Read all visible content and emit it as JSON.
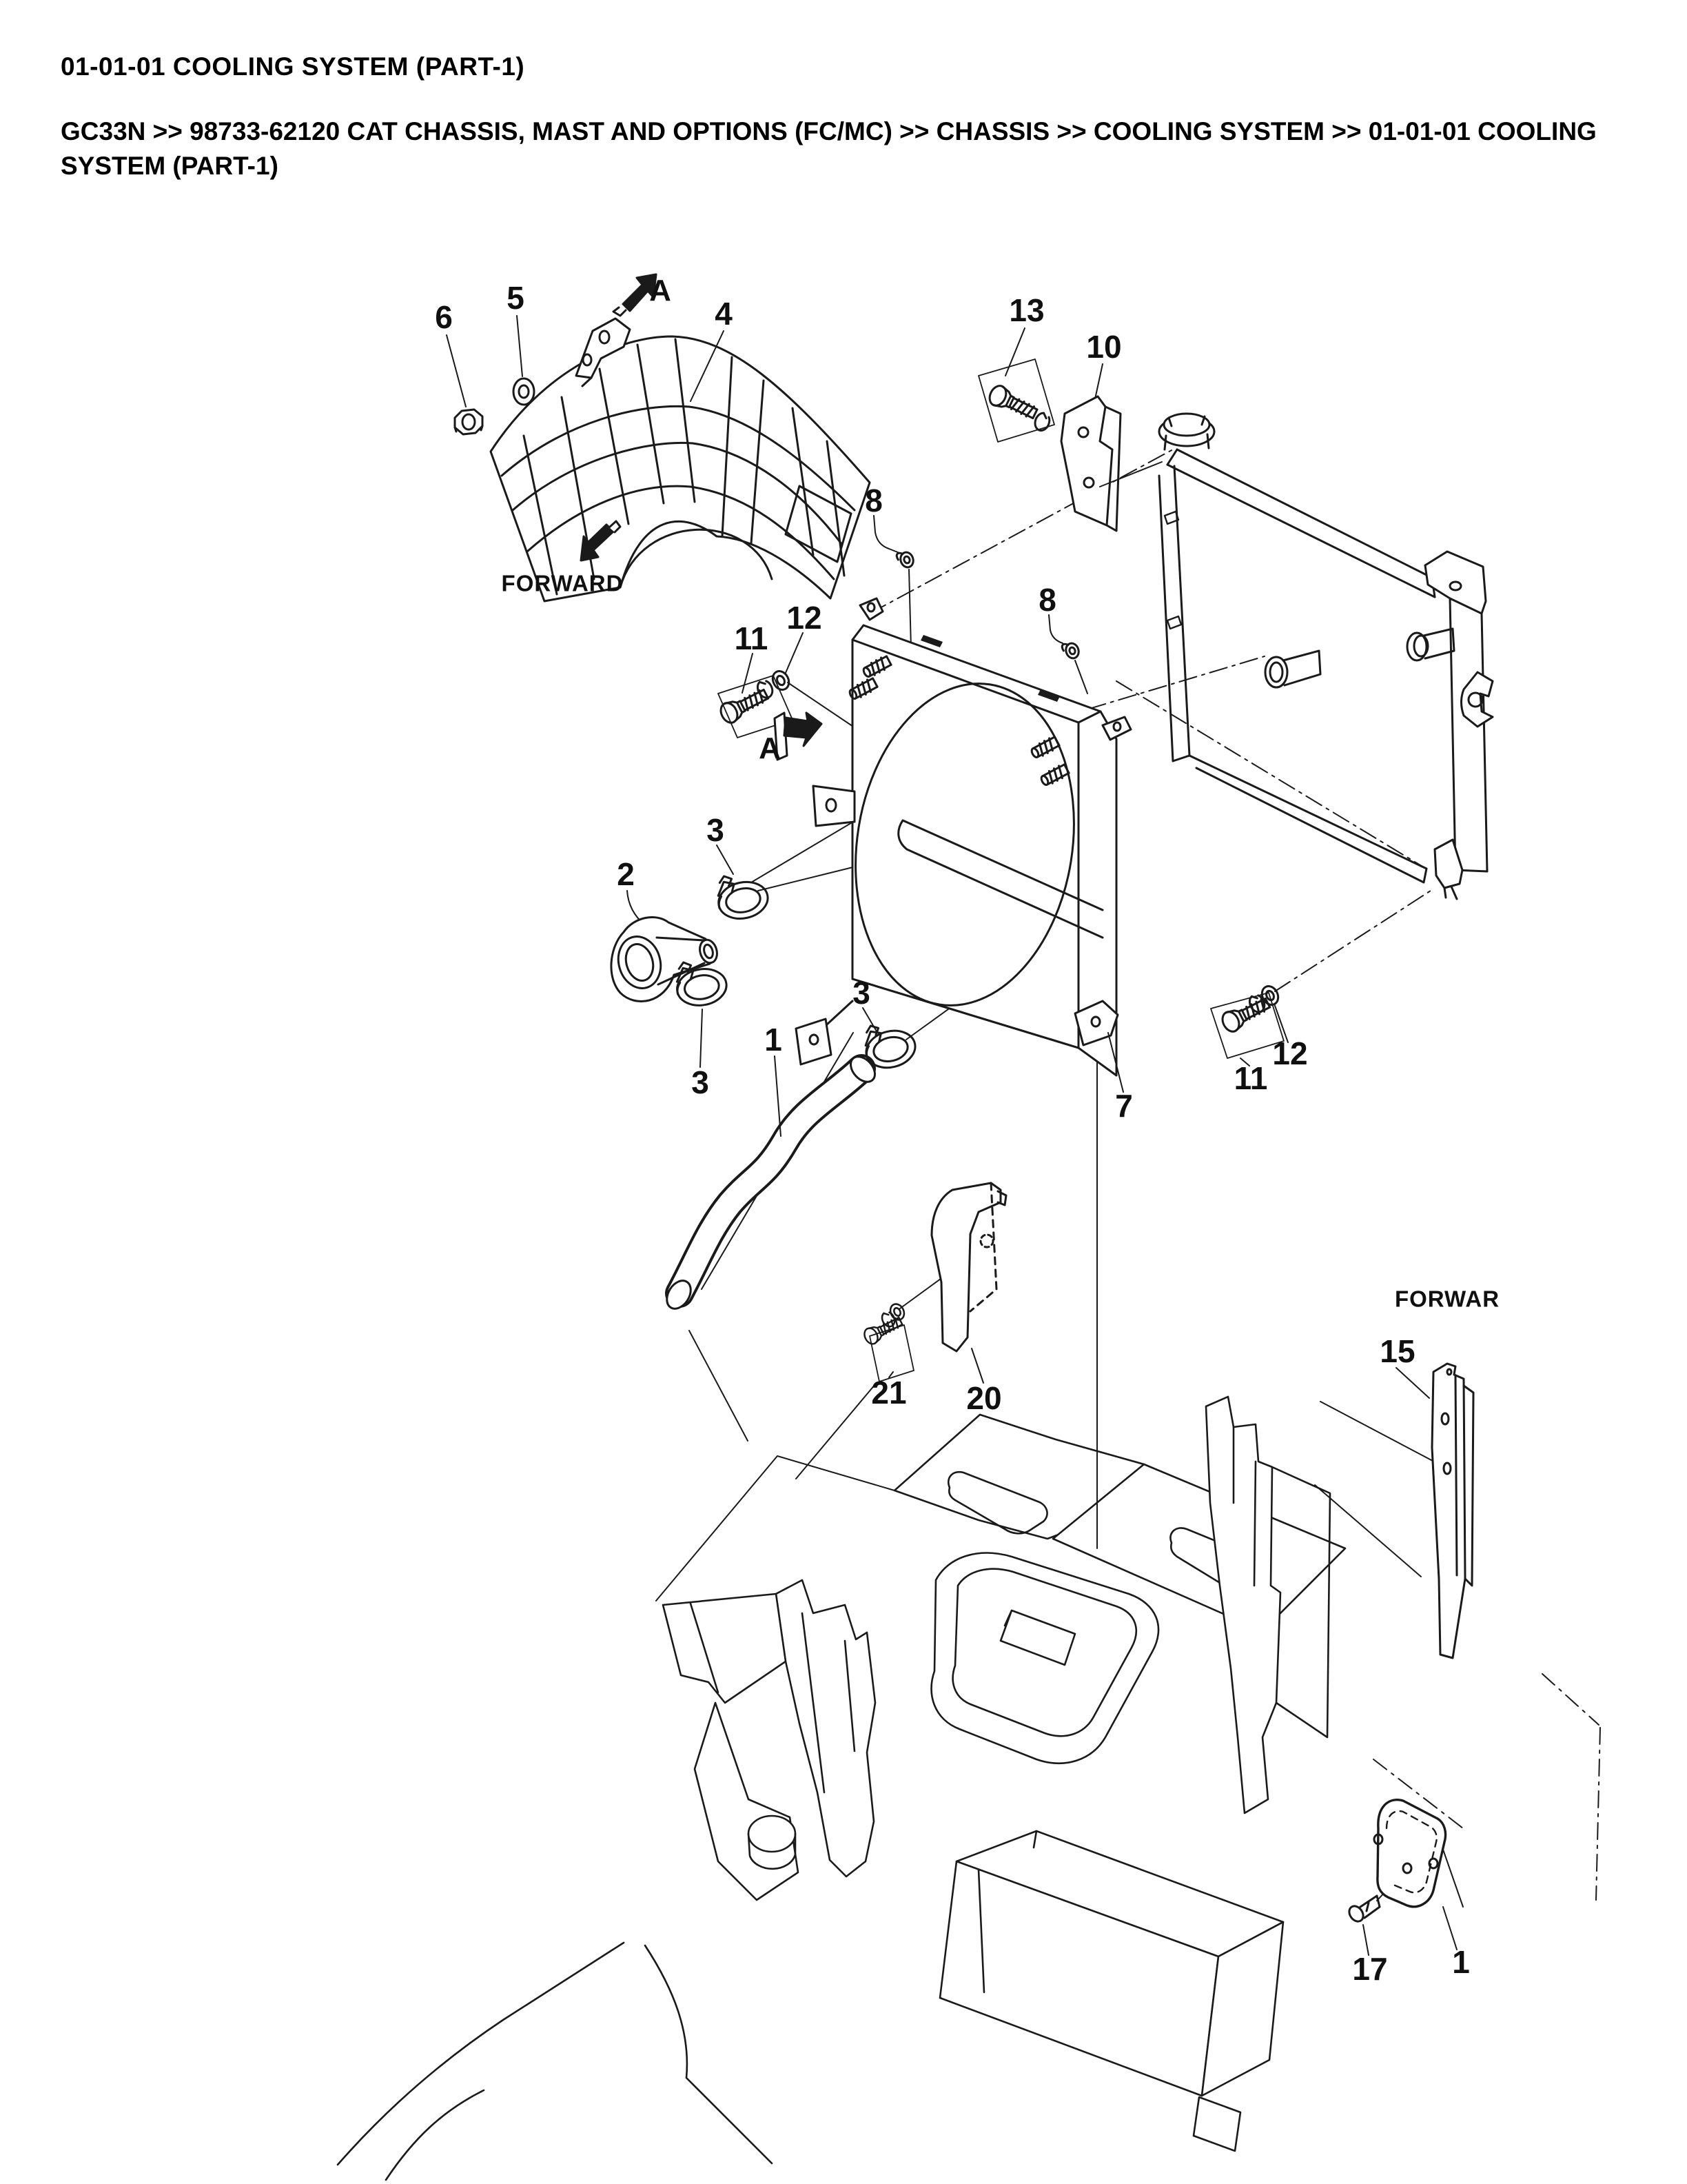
{
  "page": {
    "title": "01-01-01 COOLING SYSTEM (PART-1)",
    "breadcrumb": "GC33N >> 98733-62120 CAT CHASSIS, MAST AND OPTIONS (FC/MC) >> CHASSIS >> COOLING SYSTEM >> 01-01-01 COOLING SYSTEM (PART-1)"
  },
  "diagram": {
    "type": "exploded-parts-diagram",
    "subject": "Cooling system exploded view: radiator, fan shroud, fan guard, hoses, clamps and mounting hardware over chassis frame",
    "line_color": "#1a1a1a",
    "background": "#ffffff",
    "callouts": [
      {
        "text": "6"
      },
      {
        "text": "5"
      },
      {
        "text": "4"
      },
      {
        "text": "13"
      },
      {
        "text": "10"
      },
      {
        "text": "8"
      },
      {
        "text": "8"
      },
      {
        "text": "11"
      },
      {
        "text": "12"
      },
      {
        "text": "3"
      },
      {
        "text": "2"
      },
      {
        "text": "3"
      },
      {
        "text": "1"
      },
      {
        "text": "3"
      },
      {
        "text": "7"
      },
      {
        "text": "11"
      },
      {
        "text": "12"
      },
      {
        "text": "21"
      },
      {
        "text": "20"
      },
      {
        "text": "15"
      },
      {
        "text": "17"
      },
      {
        "text": "1"
      }
    ],
    "view_labels": [
      {
        "text": "A"
      },
      {
        "text": "A"
      }
    ],
    "direction_labels": [
      {
        "text": "FORWARD"
      },
      {
        "text": "FORWAR",
        "note": "truncated at right page edge"
      }
    ]
  }
}
